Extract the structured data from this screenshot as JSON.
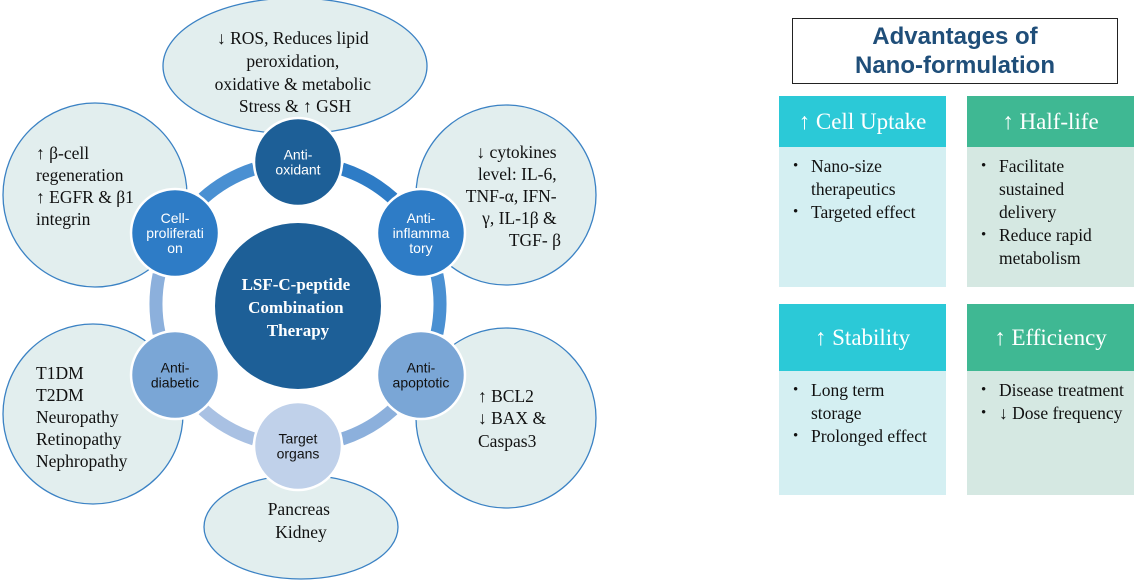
{
  "diagram": {
    "center": {
      "lines": [
        "LSF-C-peptide",
        "Combination",
        "Therapy"
      ]
    },
    "nodes": [
      {
        "id": "antioxidant",
        "lines": [
          "Anti-",
          "oxidant"
        ],
        "color": "#1d5f97"
      },
      {
        "id": "anti-inflammatory",
        "lines": [
          "Anti-",
          "inflamma",
          "tory"
        ],
        "color": "#2e7cc6"
      },
      {
        "id": "anti-apoptotic",
        "lines": [
          "Anti-",
          "apoptotic"
        ],
        "color": "#7aa6d6"
      },
      {
        "id": "target-organs",
        "lines": [
          "Target",
          "organs"
        ],
        "color": "#c0d1ea"
      },
      {
        "id": "anti-diabetic",
        "lines": [
          "Anti-",
          "diabetic"
        ],
        "color": "#7aa6d6"
      },
      {
        "id": "cell-proliferation",
        "lines": [
          "Cell-",
          "proliferati",
          "on"
        ],
        "color": "#2e7cc6"
      }
    ],
    "bubbles": [
      {
        "id": "antioxidant",
        "lines": [
          "↓ ROS, Reduces lipid",
          "peroxidation,",
          "oxidative & metabolic",
          "Stress & ↑ GSH"
        ]
      },
      {
        "id": "anti-inflammatory",
        "lines": [
          "↓ cytokines",
          "level: IL-6,",
          "TNF-α, IFN-",
          "γ, IL-1β &",
          "TGF- β"
        ]
      },
      {
        "id": "anti-apoptotic",
        "lines": [
          "↑ BCL2",
          "↓ BAX &",
          "Caspas3"
        ]
      },
      {
        "id": "target-organs",
        "lines": [
          "Pancreas",
          "Kidney"
        ]
      },
      {
        "id": "anti-diabetic",
        "lines": [
          "T1DM",
          "T2DM",
          "Neuropathy",
          "Retinopathy",
          "Nephropathy"
        ]
      },
      {
        "id": "cell-proliferation",
        "lines": [
          "↑ β-cell",
          "regeneration",
          "↑ EGFR & β1",
          "integrin"
        ]
      }
    ]
  },
  "panel": {
    "title_line1": "Advantages of",
    "title_line2": "Nano-formulation",
    "cards": [
      {
        "title": "↑ Cell Uptake",
        "items": [
          "Nano-size therapeutics",
          "Targeted effect"
        ]
      },
      {
        "title": "↑ Half-life",
        "items": [
          "Facilitate sustained delivery",
          "Reduce rapid metabolism"
        ]
      },
      {
        "title": "↑ Stability",
        "items": [
          "Long term storage",
          "Prolonged effect"
        ]
      },
      {
        "title": "↑ Efficiency",
        "items": [
          "Disease treatment",
          "↓ Dose frequency"
        ]
      }
    ]
  }
}
